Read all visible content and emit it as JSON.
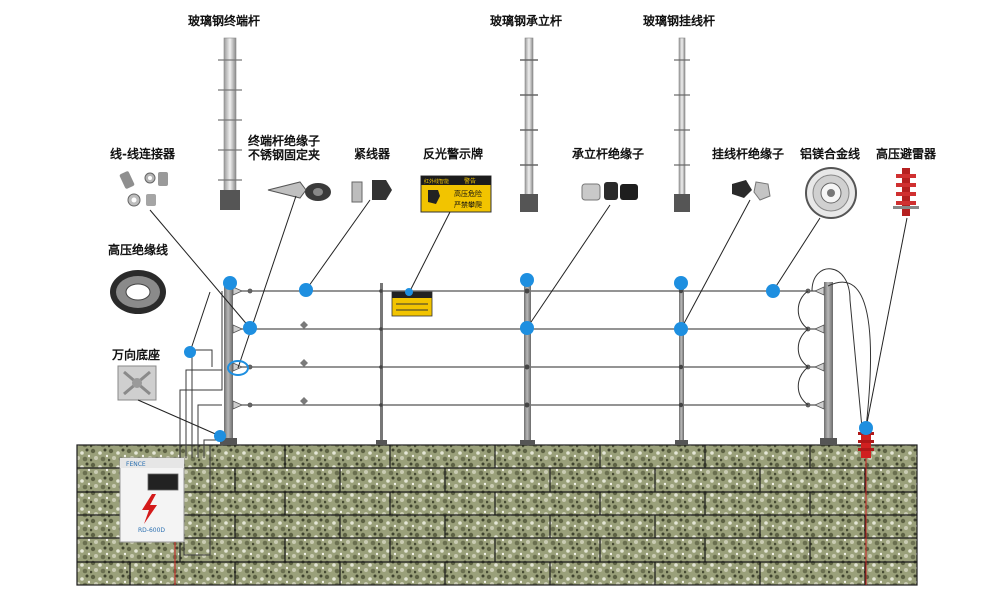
{
  "labels": {
    "terminal_pole": "玻璃钢终端杆",
    "bearing_pole": "玻璃钢承立杆",
    "hanging_pole": "玻璃钢挂线杆",
    "wire_connector": "线-线连接器",
    "terminal_insulator_line1": "终端杆绝缘子",
    "terminal_insulator_line2": "不锈钢固定夹",
    "tensioner": "紧线器",
    "warning_sign": "反光警示牌",
    "bearing_insulator": "承立杆绝缘子",
    "hanging_insulator": "挂线杆绝缘子",
    "alloy_wire": "铝镁合金线",
    "lightning_arrester": "高压避雷器",
    "hv_cable": "高压绝缘线",
    "universal_base": "万向底座"
  },
  "sign": {
    "brand": "红外线智能",
    "title": "警告",
    "line1": "高压危险",
    "line2": "严禁攀爬"
  },
  "controller": {
    "brand": "FENCE",
    "model": "RD-600D"
  },
  "colors": {
    "marker": "#1e8fe0",
    "arrester": "#d02020",
    "wall": "#8c9468",
    "pole": "#8a8a8a"
  }
}
